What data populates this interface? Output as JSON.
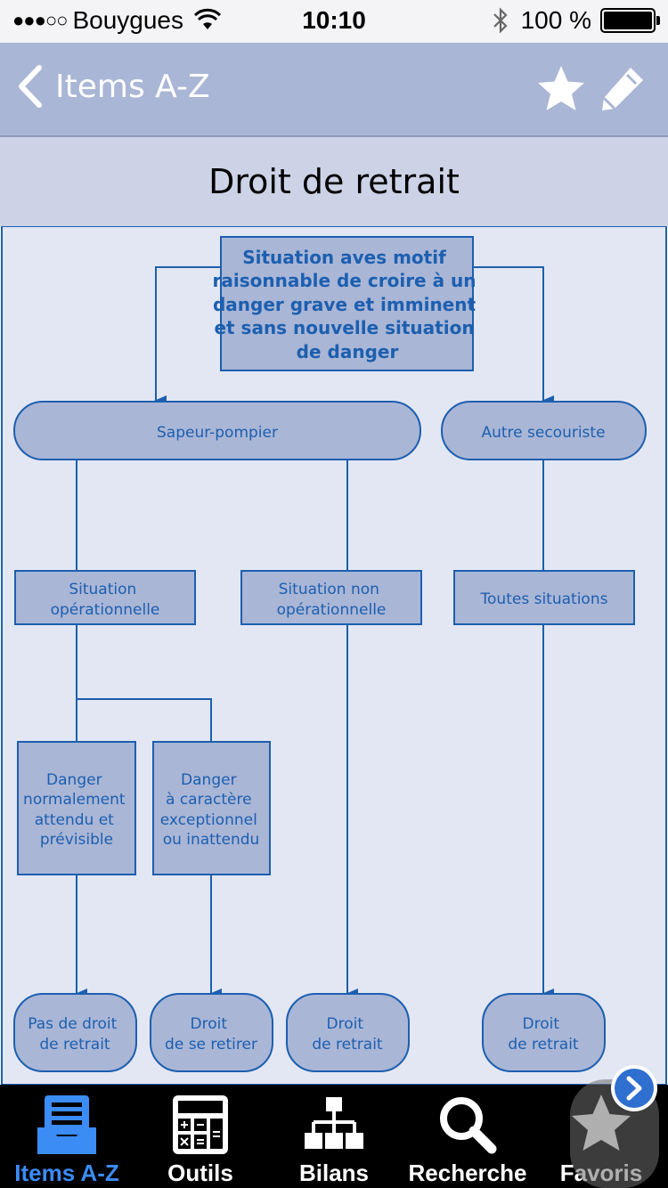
{
  "status_bar": {
    "carrier": "Bouygues",
    "time": "10:10",
    "battery": "100 %"
  },
  "nav": {
    "back_label": "Items A-Z"
  },
  "page": {
    "title": "Droit de retrait"
  },
  "diagram": {
    "root": [
      "Situation aves motif",
      "raisonnable de croire à un",
      "danger grave et imminent",
      "et sans nouvelle situation",
      "de danger"
    ],
    "sapeur": "Sapeur-pompier",
    "autre": "Autre secouriste",
    "situation_op": [
      "Situation",
      "opérationnelle"
    ],
    "situation_non_op": [
      "Situation non",
      "opérationnelle"
    ],
    "toutes": "Toutes situations",
    "danger_normal": [
      "Danger",
      "normalement",
      "attendu et",
      "prévisible"
    ],
    "danger_except": [
      "Danger",
      "à caractère",
      "exceptionnel",
      "ou inattendu"
    ],
    "pas_de_droit": [
      "Pas de droit",
      "de retrait"
    ],
    "droit_se_retirer": [
      "Droit",
      "de se retirer"
    ],
    "droit_retrait_1": [
      "Droit",
      "de retrait"
    ],
    "droit_retrait_2": [
      "Droit",
      "de retrait"
    ]
  },
  "tabs": [
    {
      "label": "Items A-Z",
      "icon": "inbox-list-icon",
      "active": true
    },
    {
      "label": "Outils",
      "icon": "calculator-icon",
      "active": false
    },
    {
      "label": "Bilans",
      "icon": "hierarchy-icon",
      "active": false
    },
    {
      "label": "Recherche",
      "icon": "search-icon",
      "active": false
    },
    {
      "label": "Favoris",
      "icon": "star-icon",
      "active": false
    }
  ],
  "colors": {
    "nav_bg": "#aab6d6",
    "title_bg": "#cdd3e6",
    "diagram_bg": "#e3e7f3",
    "box_fill": "#aab6d6",
    "box_stroke": "#1c5fb0",
    "tab_active": "#3b8cf5"
  }
}
